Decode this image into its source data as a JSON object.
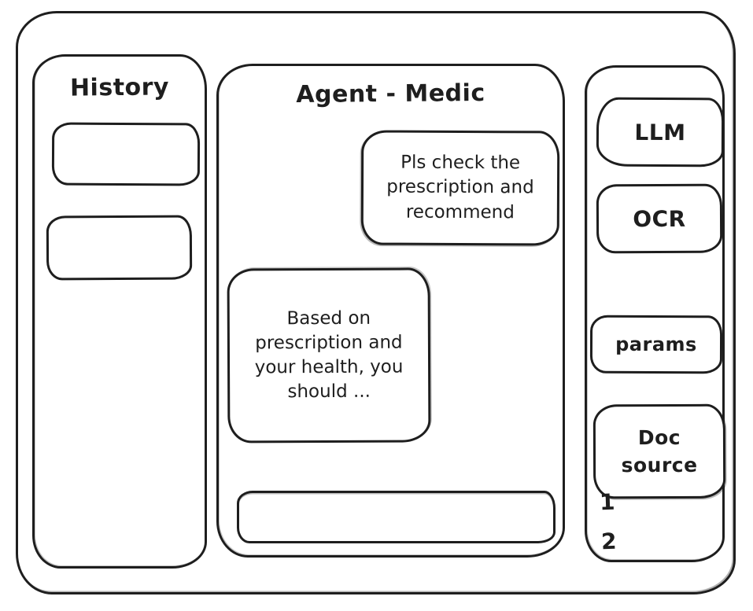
{
  "colors": {
    "stroke": "#1e1e1e",
    "background": "#ffffff"
  },
  "history_panel": {
    "title": "History",
    "items": [
      {
        "label": ""
      },
      {
        "label": ""
      }
    ]
  },
  "chat_panel": {
    "title": "Agent - Medic",
    "messages": [
      {
        "role": "user",
        "text": "Pls check the prescription and recommend"
      },
      {
        "role": "assistant",
        "text": "Based on prescription and your health, you should ..."
      }
    ],
    "input": {
      "value": "",
      "placeholder": ""
    }
  },
  "tools_panel": {
    "llm_label": "LLM",
    "ocr_label": "OCR",
    "params_label": "params",
    "doc_source_label": "Doc source",
    "doc_source_items": [
      "1",
      "2"
    ]
  }
}
